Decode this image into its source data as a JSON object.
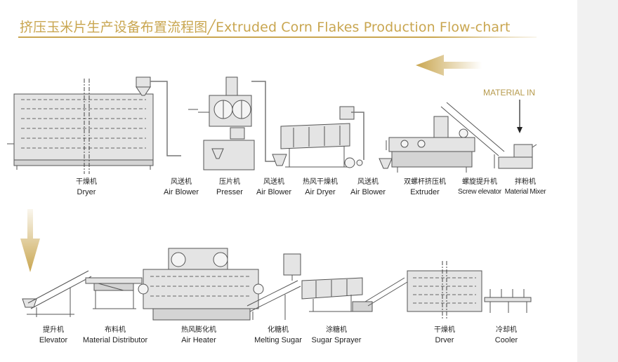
{
  "title": "挤压玉米片生产设备布置流程图╱Extruded Corn Flakes Production Flow-chart",
  "material_in": "MATERIAL IN",
  "colors": {
    "gold": "#c9a650",
    "machine_fill": "#e4e4e4",
    "machine_stroke": "#555555"
  },
  "row1": [
    {
      "cn": "干燥机",
      "en": "Dryer"
    },
    {
      "cn": "风送机",
      "en": "Air Blower"
    },
    {
      "cn": "压片机",
      "en": "Presser"
    },
    {
      "cn": "风送机",
      "en": "Air Blower"
    },
    {
      "cn": "热风干燥机",
      "en": "Air Dryer"
    },
    {
      "cn": "风送机",
      "en": "Air Blower"
    },
    {
      "cn": "双螺杆挤压机",
      "en": "Extruder"
    },
    {
      "cn": "螺旋提升机",
      "en": "Screw elevator"
    },
    {
      "cn": "拌粉机",
      "en": "Material Mixer"
    }
  ],
  "row2": [
    {
      "cn": "提升机",
      "en": "Elevator"
    },
    {
      "cn": "布料机",
      "en": "Material Distributor"
    },
    {
      "cn": "热风膨化机",
      "en": "Air Heater"
    },
    {
      "cn": "化糖机",
      "en": "Melting Sugar"
    },
    {
      "cn": "涂糖机",
      "en": "Sugar Sprayer"
    },
    {
      "cn": "干燥机",
      "en": "Drver"
    },
    {
      "cn": "冷却机",
      "en": "Cooler"
    }
  ]
}
